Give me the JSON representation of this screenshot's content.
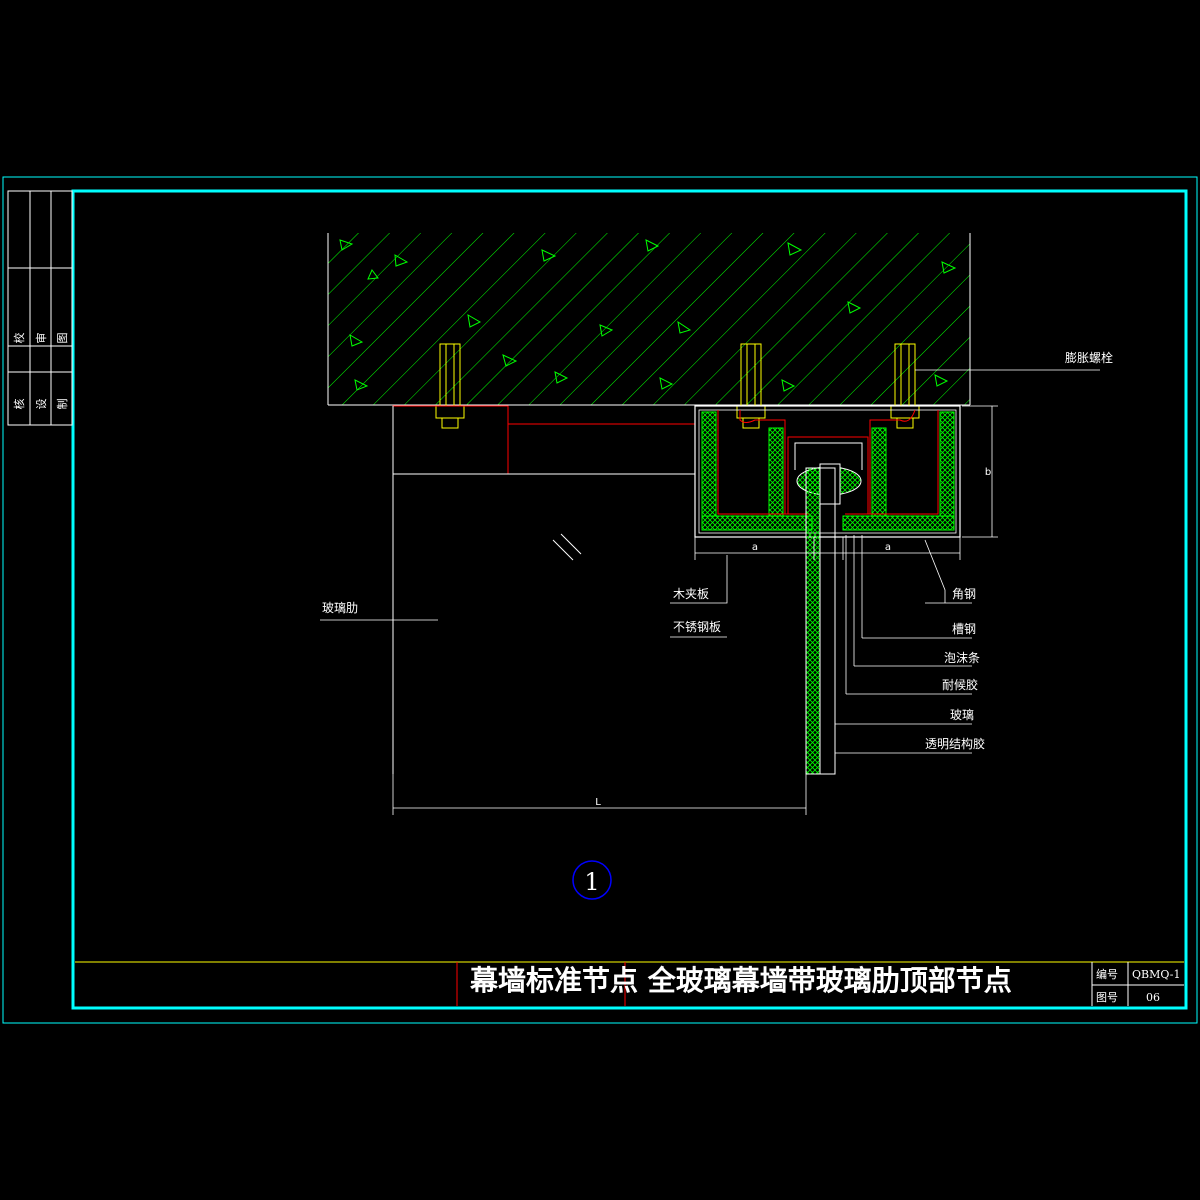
{
  "sheet": {
    "title": "幕墙标准节点 全玻璃幕墙带玻璃肋顶部节点",
    "code_label": "编号",
    "code": "QBMQ-1",
    "number_label": "图号",
    "number": "06",
    "side_labels": [
      "图",
      "审",
      "校",
      "制",
      "设",
      "核"
    ]
  },
  "labels": {
    "expansion_bolt": "膨胀螺栓",
    "glass_rib": "玻璃肋",
    "wood_clamp": "木夹板",
    "stainless_plate": "不锈钢板",
    "angle_steel": "角钢",
    "channel_steel": "槽钢",
    "foam_strip": "泡沫条",
    "weather_sealant": "耐候胶",
    "glass": "玻璃",
    "structural_sealant": "透明结构胶"
  },
  "dimensions": {
    "a_left": "a",
    "a_right": "a",
    "b": "b",
    "L": "L"
  },
  "detail_number": "1",
  "colors": {
    "frame": "#00ffff",
    "concrete": "#00ff00",
    "steel": "#ff0000",
    "lines": "#ffffff",
    "title_border": "#ffff00",
    "detail_circle": "#0000ff"
  }
}
